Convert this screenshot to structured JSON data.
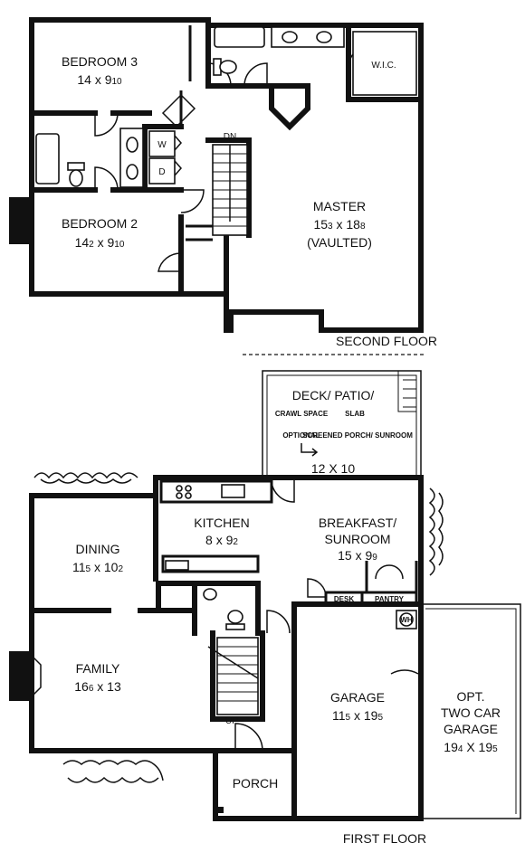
{
  "second_floor": {
    "title": "SECOND FLOOR",
    "rooms": {
      "bedroom3": {
        "name": "BEDROOM 3",
        "dim_a": "14 x 9",
        "dim_a_sub": "10"
      },
      "bedroom2": {
        "name": "BEDROOM 2",
        "dim_a": "14",
        "dim_a_sub": "2",
        "dim_b": " x 9",
        "dim_b_sub": "10"
      },
      "master": {
        "name": "MASTER",
        "dim_a": "15",
        "dim_a_sub": "3",
        "dim_b": " x 18",
        "dim_b_sub": "8",
        "note": "(VAULTED)"
      },
      "wic": {
        "name": "W.I.C."
      },
      "washer": {
        "name": "W"
      },
      "dryer": {
        "name": "D"
      },
      "stair": {
        "name": "DN"
      }
    }
  },
  "first_floor": {
    "title": "FIRST FLOOR",
    "rooms": {
      "deck": {
        "name": "DECK/ PATIO/",
        "crawl": "CRAWL SPACE",
        "slab": "SLAB",
        "optional": "OPTIONAL",
        "screened": "SCREENED PORCH/ SUNROOM",
        "dim": "12 X 10"
      },
      "kitchen": {
        "name": "KITCHEN",
        "dim_a": "8 x 9",
        "dim_a_sub": "2"
      },
      "breakfast": {
        "name": "BREAKFAST/",
        "name2": "SUNROOM",
        "dim_a": "15 x 9",
        "dim_a_sub": "9"
      },
      "dining": {
        "name": "DINING",
        "dim_a": "11",
        "dim_a_sub": "5",
        "dim_b": " x 10",
        "dim_b_sub": "2"
      },
      "family": {
        "name": "FAMILY",
        "dim_a": "16",
        "dim_a_sub": "6",
        "dim_b": " x 13"
      },
      "garage": {
        "name": "GARAGE",
        "dim_a": "11",
        "dim_a_sub": "5",
        "dim_b": " x 19",
        "dim_b_sub": "5"
      },
      "opt_garage": {
        "line1": "OPT.",
        "line2": "TWO CAR",
        "line3": "GARAGE",
        "dim_a": "19",
        "dim_a_sub": "4",
        "dim_b": " X 19",
        "dim_b_sub": "5"
      },
      "porch": {
        "name": "PORCH"
      },
      "desk": {
        "name": "DESK"
      },
      "pantry": {
        "name": "PANTRY"
      },
      "water_heater": {
        "name": "WH"
      },
      "stair": {
        "name": "UP"
      }
    }
  }
}
